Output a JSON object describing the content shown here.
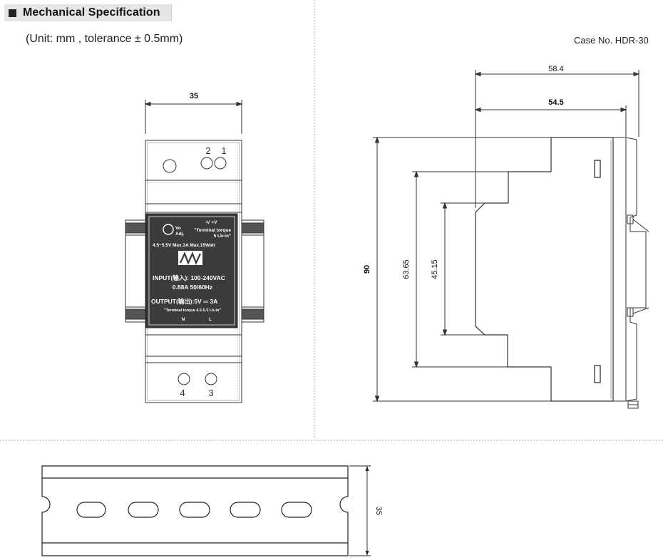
{
  "header": {
    "title": "Mechanical Specification",
    "unit_note": "(Unit: mm , tolerance ± 0.5mm)",
    "case_no": "Case No. HDR-30"
  },
  "front_view": {
    "width_dim": "35",
    "terminals_top": [
      "2",
      "1"
    ],
    "terminals_bottom": [
      "4",
      "3"
    ],
    "label": {
      "adj_line1": "Vo",
      "adj_line2": "Adj.",
      "polarity": "-V   +V",
      "torque_top_1": "\"Terminal torque",
      "torque_top_2": "5 Lb-in\"",
      "ratings": "4.5~5.5V  Max.3A  Max.15Watt",
      "logo": "MW",
      "input_1": "INPUT(输入): 100-240VAC",
      "input_2": "0.88A  50/60Hz",
      "output": "OUTPUT(输出):5V ⎓ 3A",
      "torque_bottom": "\"Terminal torque 4.5-5.5 Lb-in\"",
      "n": "N",
      "l": "L"
    }
  },
  "side_view": {
    "dim_58_4": "58.4",
    "dim_54_5": "54.5",
    "dim_90": "90",
    "dim_63_65": "63.65",
    "dim_45_15": "45.15"
  },
  "rail_view": {
    "dim_35": "35"
  }
}
